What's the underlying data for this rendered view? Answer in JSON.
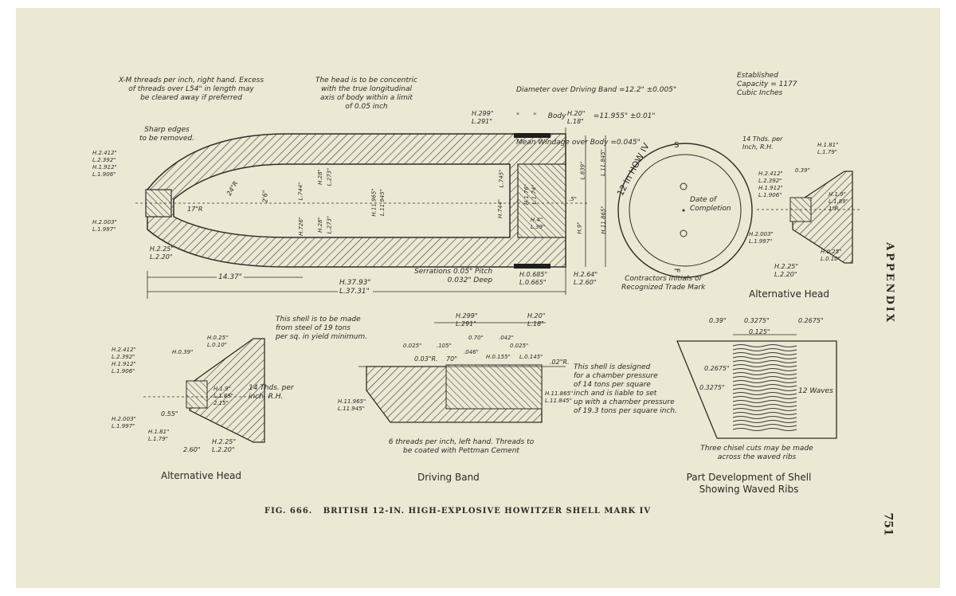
{
  "page": {
    "side_title": "APPENDIX",
    "page_number": "751",
    "figure_caption": "FIG. 666.   BRITISH 12-IN. HIGH-EXPLOSIVE HOWITZER SHELL MARK IV"
  },
  "top_notes": {
    "threads": [
      "X-M threads per inch, right hand. Excess",
      "of threads over L54\" in length may",
      "be cleared away if preferred"
    ],
    "sharp_edges": [
      "Sharp edges",
      "to be removed."
    ],
    "concentric": [
      "The head is to be concentric",
      "with the true longitudinal",
      "axis of body within a limit",
      "of 0.05 inch"
    ],
    "diameter": [
      "Diameter over Driving Band =12.2\" ±0.005\"",
      "\"      \"     Body            =11.955\" ±0.01\"",
      "Mean Windage over Body =0.045\""
    ],
    "capacity": [
      "Established",
      "Capacity = 1177",
      "Cubic Inches"
    ]
  },
  "shell": {
    "dims_left": [
      "H.2.412\"",
      "L.2.392\"",
      "H.1.912\"",
      "L.1.906\"",
      "H.2.003\"",
      "L.1.997\"",
      "H.2.25\"",
      "L.2.20\""
    ],
    "body_labels": [
      "17\"R",
      "24\"R",
      "2'6\"",
      "L.744\"",
      "H.28\"",
      "L.273\"",
      "H.726\"",
      "H.28\"",
      "L.273\"",
      "H.11.965\"",
      "L.11.945\"",
      "H.744\"",
      "L.745\""
    ],
    "base_labels": [
      "H.299\"",
      "L.291\"",
      "H.20\"",
      "L.18\"",
      "L.839\"",
      "L.11.845\"",
      "H.9\"",
      "H.11.865\"",
      "H.4\"",
      "L.39\"",
      "H.1.76\"",
      "L.1.74\"",
      ".5\""
    ],
    "len_1": "14.37\"",
    "len_total_h": "H.37.93\"",
    "len_total_l": "L.37.31\"",
    "serrations": [
      "Serrations 0.05\" Pitch",
      "0.032\" Deep"
    ],
    "band_dims": [
      "H.0.685\"",
      "L.0.665\"",
      "H.2.64\"",
      "L.2.60\""
    ]
  },
  "base_view": {
    "ring_text": "12 in HOW IV",
    "letter_s": "S",
    "letter_f": "F",
    "date_label": [
      "Date of",
      "Completion"
    ],
    "contractor": [
      "Contractors Initials or",
      "Recognized Trade Mark"
    ]
  },
  "alt_head_right": {
    "title": "Alternative Head",
    "threads": [
      "14 Thds. per",
      "Inch, R.H."
    ],
    "dims": [
      "H.1.81\"",
      "L.1.79\"",
      "0.39\"",
      "H.2.412\"",
      "L.2.392\"",
      "H.1.912\"",
      "L.1.906\"",
      "H.1.9\"",
      "L.1.89\"",
      "1\"R",
      "H.2.003\"",
      "L.1.997\"",
      "H.0.25\"",
      "L.0.10\"",
      "H.2.25\"",
      "L.2.20\""
    ]
  },
  "steel_note": [
    "This shell is to be made",
    "from steel of 19 tons",
    "per sq. in yield minimum."
  ],
  "alt_head_left": {
    "title": "Alternative Head",
    "threads": [
      "14 Thds. per",
      "inch, R.H."
    ],
    "dims": [
      "H.2.412\"",
      "L.2.392\"",
      "H.1.912\"",
      "L.1.906\"",
      "H.0.39\"",
      "H.0.25\"",
      "L.0.10\"",
      "H.1.9\"",
      "L.1.89\"",
      "2.15\"",
      "H.2.003\"",
      "L.1.997\"",
      "0.55\"",
      "H.1.81\"",
      "L.1.79\"",
      "2.60\"",
      "H.2.25\"",
      "L.2.20\""
    ]
  },
  "driving_band": {
    "title": "Driving Band",
    "dims": [
      "H.299\"",
      "L.291\"",
      "H.20\"",
      "L.18\"",
      "0.025\"",
      ".105\"",
      "0.70\"",
      ".042\"",
      "0.025\"",
      ".046\"",
      "H.0.155\"",
      "L.0.145\"",
      "0.03\"R.",
      "70°",
      ".02\"R.",
      "H.11.965\"",
      "L.11.945\"",
      "H.11.865\"",
      "L.11.845\""
    ],
    "threads_note": [
      "6 threads per inch, left hand. Threads to",
      "be coated with Pettman Cement"
    ]
  },
  "pressure_note": [
    "This shell is designed",
    "for a chamber pressure",
    "of 14 tons per square",
    "inch and is liable to set",
    "up with a chamber pressure",
    "of 19.3 tons per square inch."
  ],
  "part_development": {
    "title": [
      "Part Development of Shell",
      "Showing Waved Ribs"
    ],
    "dims": [
      "0.39\"",
      "0.3275\"",
      "0.2675\"",
      "0.125\"",
      "0.2675\"",
      "0.3275\""
    ],
    "waves": "12 Waves",
    "chisel_note": [
      "Three chisel cuts may be made",
      "across the waved ribs"
    ]
  }
}
